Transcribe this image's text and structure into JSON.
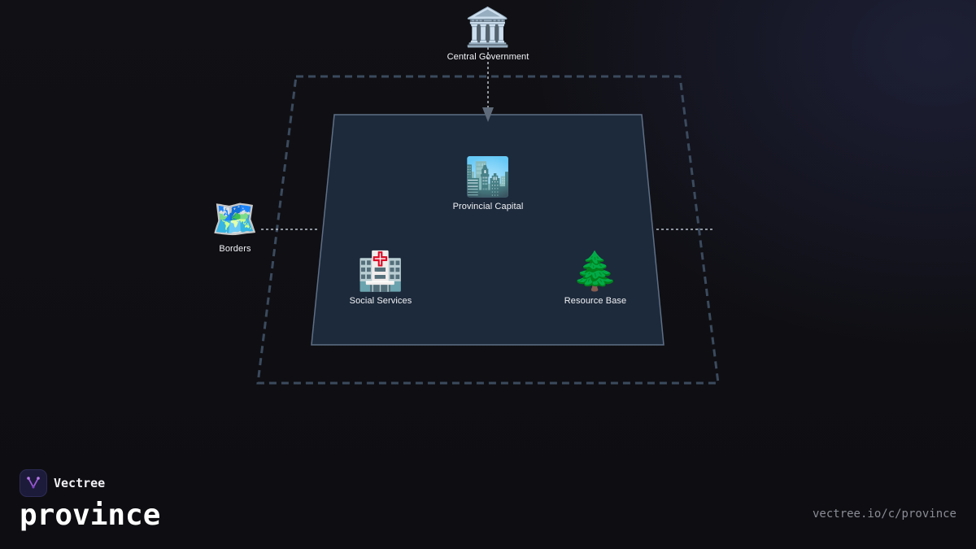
{
  "diagram": {
    "nodes": {
      "central_government": {
        "label": "Central Government",
        "icon": "classical-building-icon",
        "glyph": "🏛️"
      },
      "provincial_capital": {
        "label": "Provincial Capital",
        "icon": "cityscape-icon",
        "glyph": "🏙️"
      },
      "borders": {
        "label": "Borders",
        "icon": "world-map-icon",
        "glyph": "🗺️"
      },
      "social_services": {
        "label": "Social Services",
        "icon": "hospital-icon",
        "glyph": "🏥"
      },
      "resource_base": {
        "label": "Resource Base",
        "icon": "evergreen-tree-icon",
        "glyph": "🌲"
      }
    },
    "edges": [
      {
        "from": "central_government",
        "to": "provincial_capital",
        "style": "dotted-arrow"
      },
      {
        "from": "borders",
        "to": "province-outer-boundary",
        "style": "dotted"
      },
      {
        "from": "province-outer-boundary",
        "to": "right-edge",
        "style": "dotted"
      }
    ],
    "colors": {
      "inner_fill": "#1d2a3b",
      "inner_stroke": "#5f6f86",
      "outer_stroke": "#3b4a5d",
      "connector": "#b7bfca",
      "arrowhead": "#5f6b7a"
    }
  },
  "brand": {
    "name": "Vectree",
    "logo_icon": "vectree-logo-icon",
    "accent": "#9b59d6"
  },
  "footer": {
    "slug": "province",
    "url": "vectree.io/c/province"
  }
}
